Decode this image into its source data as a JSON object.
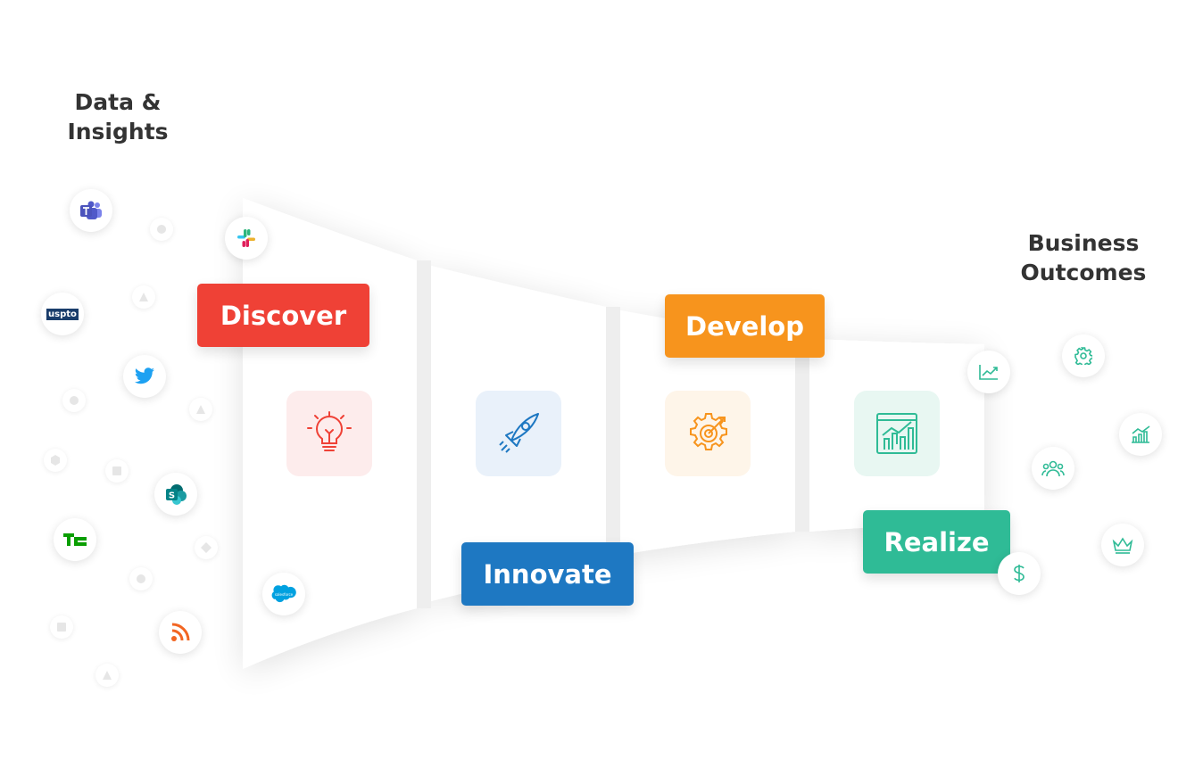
{
  "left_heading": {
    "line1": "Data &",
    "line2": "Insights"
  },
  "right_heading": {
    "line1": "Business",
    "line2": "Outcomes"
  },
  "stages": [
    {
      "label": "Discover",
      "color": "#ef4136",
      "icon": "lightbulb-icon",
      "icon_color": "#ef4136",
      "tile_color": "#fdecec"
    },
    {
      "label": "Innovate",
      "color": "#1e78c2",
      "icon": "rocket-icon",
      "icon_color": "#1e78c2",
      "tile_color": "#e9f1fa"
    },
    {
      "label": "Develop",
      "color": "#f7941d",
      "icon": "gear-target-icon",
      "icon_color": "#f7941d",
      "tile_color": "#fef5e9"
    },
    {
      "label": "Realize",
      "color": "#2fbb96",
      "icon": "analytics-dashboard-icon",
      "icon_color": "#2fbb96",
      "tile_color": "#e8f7f2"
    }
  ],
  "source_icons": [
    "teams-icon",
    "slack-icon",
    "uspto-icon",
    "twitter-icon",
    "sharepoint-icon",
    "techcrunch-icon",
    "salesforce-icon",
    "rss-icon"
  ],
  "source_labels": {
    "uspto": "uspto"
  },
  "outcome_icons": [
    "trend-chart-icon",
    "settings-icon",
    "growth-chart-icon",
    "team-icon",
    "dollar-icon",
    "crown-icon"
  ],
  "outcome_color": "#2fbb96"
}
